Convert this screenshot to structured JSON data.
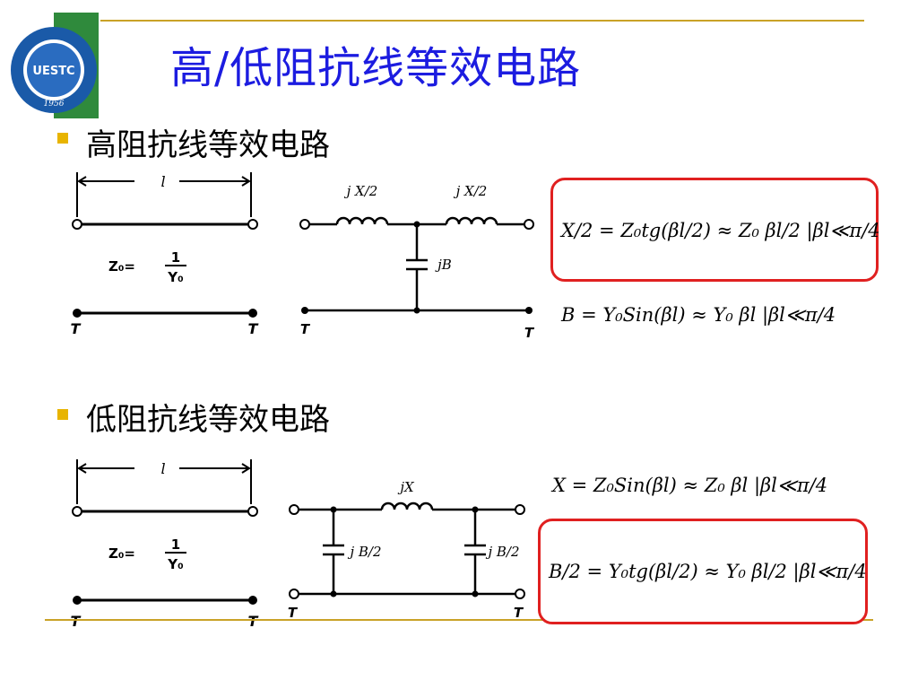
{
  "slide": {
    "title": "高/低阻抗线等效电路",
    "logo": {
      "text": "UESTC",
      "year": "1956"
    },
    "colors": {
      "title": "#1c1ce0",
      "bullet": "#e8b400",
      "accent_line": "#c9a227",
      "box": "#e02020"
    }
  },
  "sections": [
    {
      "heading": "高阻抗线等效电路",
      "line_diagram": {
        "length_label": "l",
        "impedance_label": "Z₀=",
        "num": "1",
        "den": "Y₀",
        "terminal_left": "T",
        "terminal_right": "T"
      },
      "equivalent_circuit": {
        "series_label_left": "j X/2",
        "series_label_right": "j X/2",
        "shunt_label": "jB",
        "terminal_left": "T",
        "terminal_right": "T"
      },
      "formulas": [
        {
          "text": "X/2 = Z₀tg(βl/2) ≈ Z₀ βl/2 |βl≪π/4",
          "boxed": true
        },
        {
          "text": "B = Y₀Sin(βl) ≈ Y₀ βl |βl≪π/4",
          "boxed": false
        }
      ]
    },
    {
      "heading": "低阻抗线等效电路",
      "line_diagram": {
        "length_label": "l",
        "impedance_label": "Z₀=",
        "num": "1",
        "den": "Y₀",
        "terminal_left": "T",
        "terminal_right": "T"
      },
      "equivalent_circuit": {
        "series_label": "jX",
        "shunt_label_left": "j B/2",
        "shunt_label_right": "j B/2",
        "terminal_left": "T",
        "terminal_right": "T"
      },
      "formulas": [
        {
          "text": "X = Z₀Sin(βl) ≈ Z₀ βl |βl≪π/4",
          "boxed": false
        },
        {
          "text": "B/2 = Y₀tg(βl/2) ≈ Y₀ βl/2 |βl≪π/4",
          "boxed": true
        }
      ]
    }
  ]
}
